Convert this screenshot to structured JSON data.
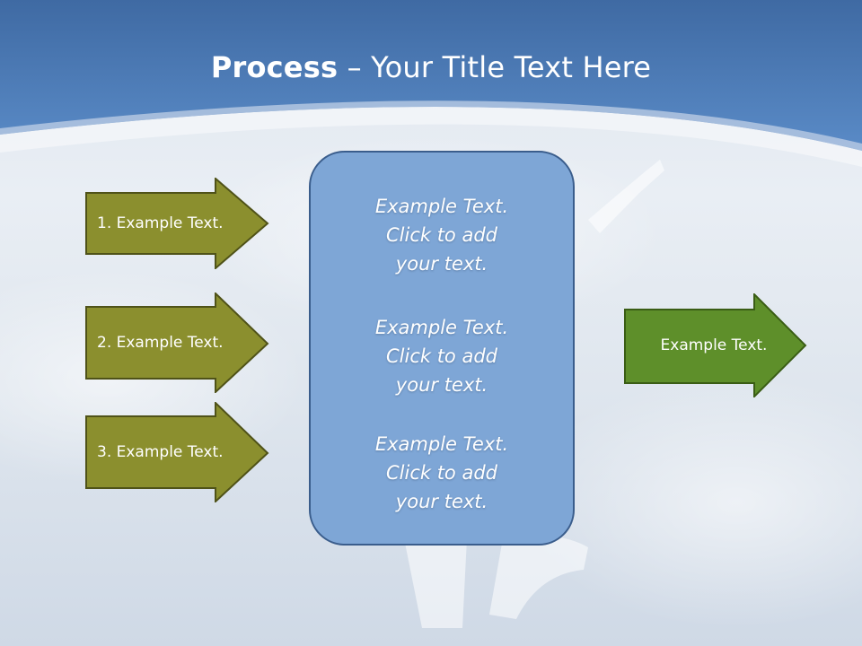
{
  "title": {
    "bold": "Process",
    "rest": " – Your Title Text Here"
  },
  "left_arrows": [
    {
      "label": "1. Example Text."
    },
    {
      "label": "2. Example Text."
    },
    {
      "label": "3. Example Text."
    }
  ],
  "center_box": {
    "paragraphs": [
      {
        "lines": [
          "Example Text.",
          "Click  to add",
          "your text."
        ]
      },
      {
        "lines": [
          "Example Text.",
          "Click  to add",
          "your text."
        ]
      },
      {
        "lines": [
          "Example Text.",
          "Click  to add",
          "your text."
        ]
      }
    ]
  },
  "right_arrow": {
    "label": "Example Text."
  },
  "colors": {
    "header_blue": "#4f7db8",
    "left_arrow_fill": "#8b8f2e",
    "left_arrow_border": "#4f5218",
    "right_arrow_fill": "#5e8f2a",
    "right_arrow_border": "#3a5d15",
    "center_box_fill": "#7ea6d6"
  }
}
